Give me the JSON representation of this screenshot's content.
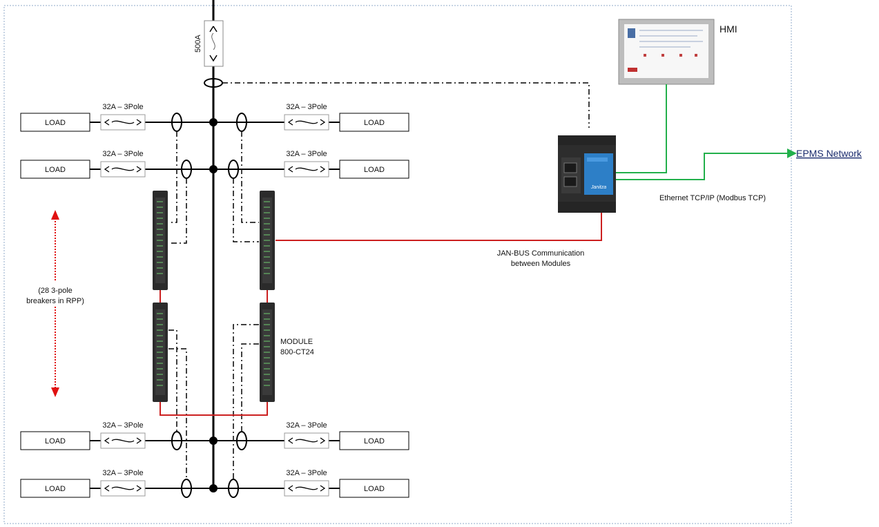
{
  "diagram": {
    "main_breaker": "500A",
    "breaker_label": "32A – 3Pole",
    "load_label": "LOAD",
    "hmi_label": "HMI",
    "network_label": "EPMS Network",
    "ethernet_label": "Ethernet TCP/IP (Modbus TCP)",
    "janbus_line1": "JAN-BUS Communication",
    "janbus_line2": "between Modules",
    "rpp_line1": "(28 3-pole",
    "rpp_line2": "breakers in RPP)",
    "module_line1": "MODULE",
    "module_line2": "800-CT24",
    "gateway_brand": "Janitza"
  },
  "colors": {
    "ethernet": "#22b04b",
    "janbus": "#cc2020",
    "arrow": "#e01010",
    "frame": "#8fa8c8",
    "network_text": "#1a2b6d"
  }
}
